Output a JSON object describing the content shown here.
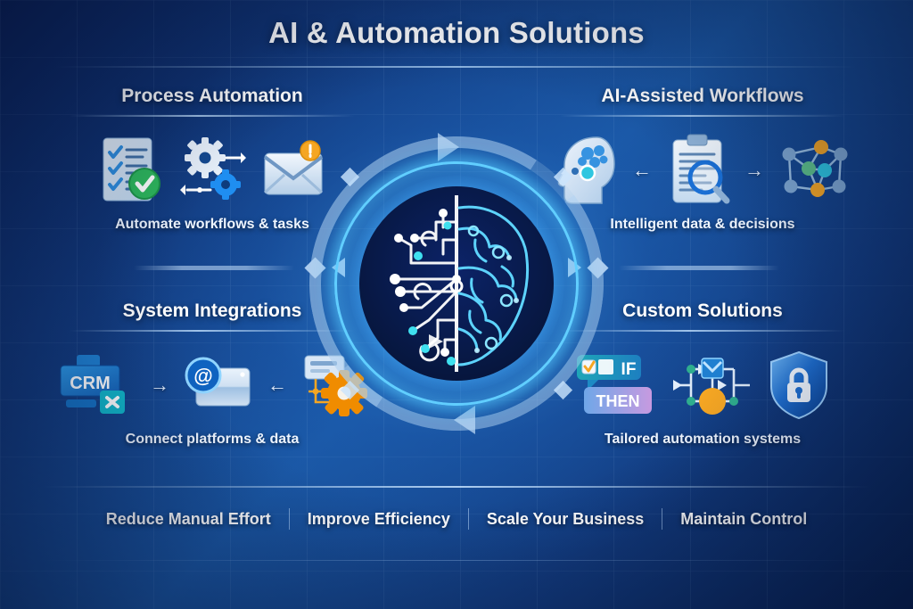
{
  "title": "AI & Automation Solutions",
  "theme": {
    "bg_dark_navy": "#0a2158",
    "bg_mid_blue": "#174a8f",
    "glow_cyan": "#63d0ff",
    "text_white": "#ffffff",
    "accent_orange": "#f5a623",
    "accent_green": "#2eb85c",
    "accent_teal": "#19b5c9",
    "accent_purple": "#b98fe0"
  },
  "quadrants": [
    {
      "id": "process-automation",
      "title": "Process Automation",
      "caption": "Automate workflows & tasks",
      "icons": [
        "checklist-document-icon",
        "green-check-badge-icon",
        "gears-icon",
        "flow-arrow-icon",
        "email-envelope-icon",
        "orange-notification-badge-icon"
      ]
    },
    {
      "id": "ai-assisted-workflows",
      "title": "AI-Assisted Workflows",
      "caption": "Intelligent data & decisions",
      "icons": [
        "head-gear-brain-icon",
        "arrow-left-icon",
        "clipboard-magnifier-icon",
        "arrow-right-icon",
        "network-graph-icon"
      ]
    },
    {
      "id": "system-integrations",
      "title": "System Integrations",
      "caption": "Connect platforms & data",
      "icons": [
        "crm-system-icon",
        "arrow-right-icon",
        "email-card-icon",
        "arrow-left-icon",
        "orange-gear-window-icon"
      ]
    },
    {
      "id": "custom-solutions",
      "title": "Custom Solutions",
      "caption": "Tailored automation systems",
      "icons": [
        "if-condition-bubble-icon",
        "then-action-bubble-icon",
        "flowchart-nodes-icon",
        "shield-lock-icon"
      ]
    }
  ],
  "center": {
    "graphic": "split-brain-circuit-icon",
    "ring": "cyclic-arrows-ring",
    "labels": {
      "if": "IF",
      "then": "THEN",
      "crm": "CRM",
      "at": "@"
    }
  },
  "footer": {
    "items": [
      "Reduce Manual Effort",
      "Improve Efficiency",
      "Scale Your Business",
      "Maintain Control"
    ]
  }
}
